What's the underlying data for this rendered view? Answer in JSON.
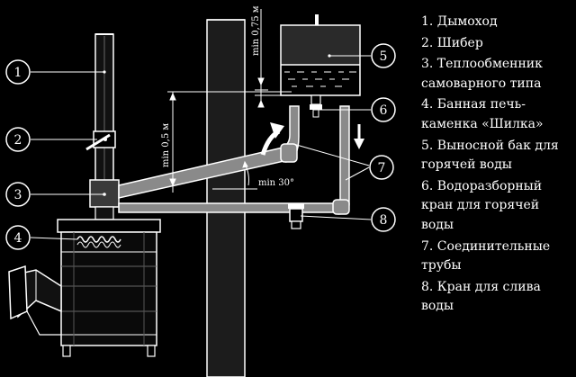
{
  "callouts": [
    "1",
    "2",
    "3",
    "4",
    "5",
    "6",
    "7",
    "8"
  ],
  "dimensions": {
    "tank_height": "min 0,75 м",
    "pipe_height": "min 0,5 м",
    "pipe_angle": "min 30°"
  },
  "legend": [
    "1. Дымоход",
    "2. Шибер",
    "3. Теплообменник\nсамоварного типа",
    "4. Банная печь-\nкаменка «Шилка»",
    "5. Выносной бак для\nгорячей воды",
    "6. Водоразборный\nкран для горячей\nводы",
    "7. Соединительные\nтрубы",
    "8. Кран для слива\nводы"
  ],
  "colors": {
    "background": "#000000",
    "line": "#ffffff",
    "pipe": "#8a8a8a",
    "wall": "#1c1c1c"
  }
}
